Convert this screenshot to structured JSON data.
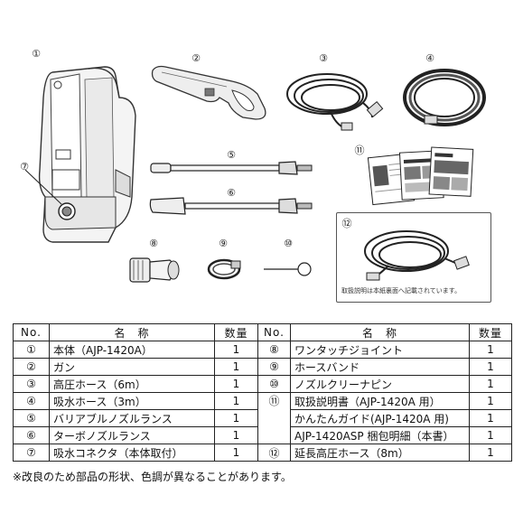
{
  "figure": {
    "numbers": [
      "①",
      "②",
      "③",
      "④",
      "⑤",
      "⑥",
      "⑦",
      "⑧",
      "⑨",
      "⑩",
      "⑪",
      "⑫"
    ],
    "caption12": "取扱説明は本紙裏面へ記載されています。"
  },
  "table": {
    "headers": [
      "No.",
      "名　称",
      "数量",
      "No.",
      "名　称",
      "数量"
    ],
    "left_rows": [
      {
        "no": "①",
        "name": "本体（AJP-1420A）",
        "qty": "1"
      },
      {
        "no": "②",
        "name": "ガン",
        "qty": "1"
      },
      {
        "no": "③",
        "name": "高圧ホース（6m）",
        "qty": "1"
      },
      {
        "no": "④",
        "name": "吸水ホース（3m）",
        "qty": "1"
      },
      {
        "no": "⑤",
        "name": "バリアブルノズルランス",
        "qty": "1"
      },
      {
        "no": "⑥",
        "name": "ターボノズルランス",
        "qty": "1"
      },
      {
        "no": "⑦",
        "name": "吸水コネクタ（本体取付）",
        "qty": "1"
      }
    ],
    "right_rows": [
      {
        "no": "⑧",
        "name": "ワンタッチジョイント",
        "qty": "1"
      },
      {
        "no": "⑨",
        "name": "ホースバンド",
        "qty": "1"
      },
      {
        "no": "⑩",
        "name": "ノズルクリーナピン",
        "qty": "1"
      },
      {
        "no": "⑪",
        "name": "取扱説明書（AJP-1420A 用）",
        "qty": "1"
      },
      {
        "no": "",
        "name": "かんたんガイド(AJP-1420A 用)",
        "qty": "1"
      },
      {
        "no": "",
        "name": "AJP-1420ASP 梱包明細（本書）",
        "qty": "1"
      },
      {
        "no": "⑫",
        "name": "延長高圧ホース（8m）",
        "qty": "1"
      }
    ]
  },
  "footnote": "※改良のため部品の形状、色調が異なることがあります。"
}
